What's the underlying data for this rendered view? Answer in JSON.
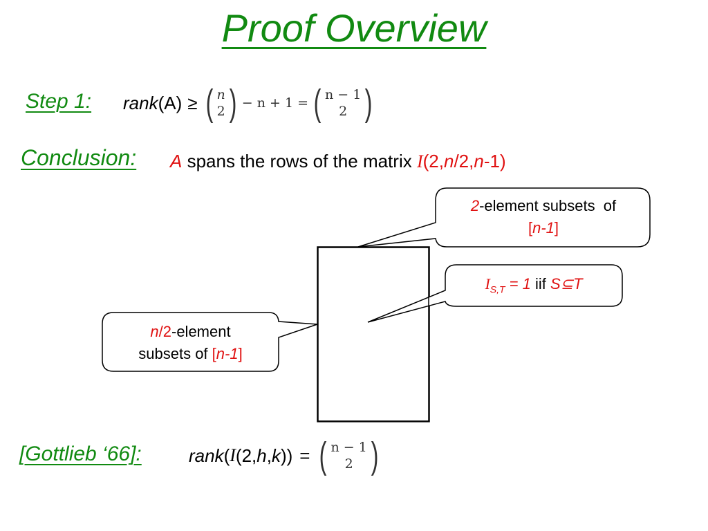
{
  "title": "Proof Overview",
  "step1": {
    "label": "Step 1:",
    "rank_word": "rank",
    "rank_arg": "(A)",
    "geq": "≥",
    "binom1_top": "n",
    "binom1_bottom": "2",
    "middle": "− n + 1 =",
    "binom2_top": "n − 1",
    "binom2_bottom": "2"
  },
  "conclusion": {
    "label": "Conclusion:",
    "subject": "A",
    "text": "spans the rows of the matrix",
    "matrix_symbol": "I",
    "matrix_args_1": "(2,",
    "matrix_args_n": "n",
    "matrix_args_2": "/2,",
    "matrix_args_n2": "n",
    "matrix_args_3": "-1)"
  },
  "callouts": {
    "rows": {
      "num": "2",
      "text": "-element subsets  of",
      "bracket_open": "[",
      "bracket_content": "n-1",
      "bracket_close": "]"
    },
    "entry": {
      "symbol": "I",
      "subscript": "S,T",
      "equals": "= 1",
      "iif": "iif",
      "relation": "S⊆T"
    },
    "columns": {
      "n": "n",
      "slash2": "/2",
      "text1": "-element",
      "text2": "subsets of",
      "bracket_open": "[",
      "bracket_content": "n-1",
      "bracket_close": "]"
    }
  },
  "gottlieb": {
    "label": "[Gottlieb ‘66]:",
    "rank_word": "rank",
    "paren_open": "(",
    "symbol": "I",
    "args_1": "(2,",
    "h": "h",
    "comma": ",",
    "k": "k",
    "args_close": "))",
    "equals": "=",
    "binom_top": "n − 1",
    "binom_bottom": "2"
  },
  "colors": {
    "green": "#118a11",
    "red": "#e01010"
  }
}
